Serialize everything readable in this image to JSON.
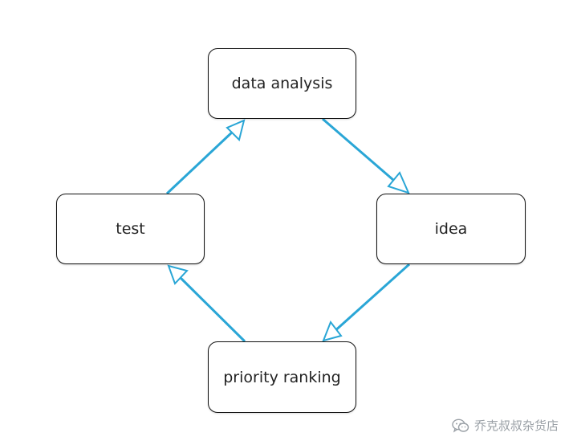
{
  "nodes": {
    "data_analysis": "data analysis",
    "idea": "idea",
    "test": "test",
    "priority_ranking": "priority ranking"
  },
  "edges": [
    {
      "from": "data analysis",
      "to": "idea"
    },
    {
      "from": "idea",
      "to": "priority ranking"
    },
    {
      "from": "priority ranking",
      "to": "test"
    },
    {
      "from": "test",
      "to": "data analysis"
    }
  ],
  "colors": {
    "arrow": "#2aa6d6",
    "node_border": "#111111",
    "watermark": "#9aa0a6"
  },
  "watermark": {
    "icon": "wechat-icon",
    "text": "乔克叔叔杂货店"
  }
}
